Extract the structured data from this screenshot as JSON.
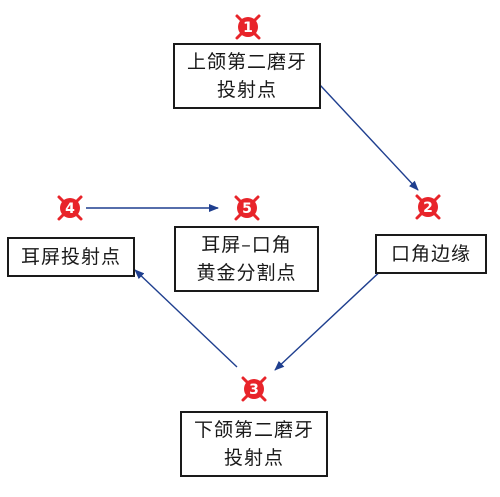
{
  "nodes": [
    {
      "id": 1,
      "lines": [
        "上颌第二磨牙",
        "投射点"
      ]
    },
    {
      "id": 2,
      "lines": [
        "口角边缘"
      ]
    },
    {
      "id": 3,
      "lines": [
        "下颌第二磨牙",
        "投射点"
      ]
    },
    {
      "id": 4,
      "lines": [
        "耳屏投射点"
      ]
    },
    {
      "id": 5,
      "lines": [
        "耳屏–口角",
        "黄金分割点"
      ]
    }
  ],
  "markers": {
    "labels": [
      "1",
      "2",
      "3",
      "4",
      "5"
    ]
  },
  "colors": {
    "marker": "#e8242a",
    "arrow": "#1f3f8f",
    "box_border": "#1a1a1a",
    "text": "#1a1a1a"
  }
}
